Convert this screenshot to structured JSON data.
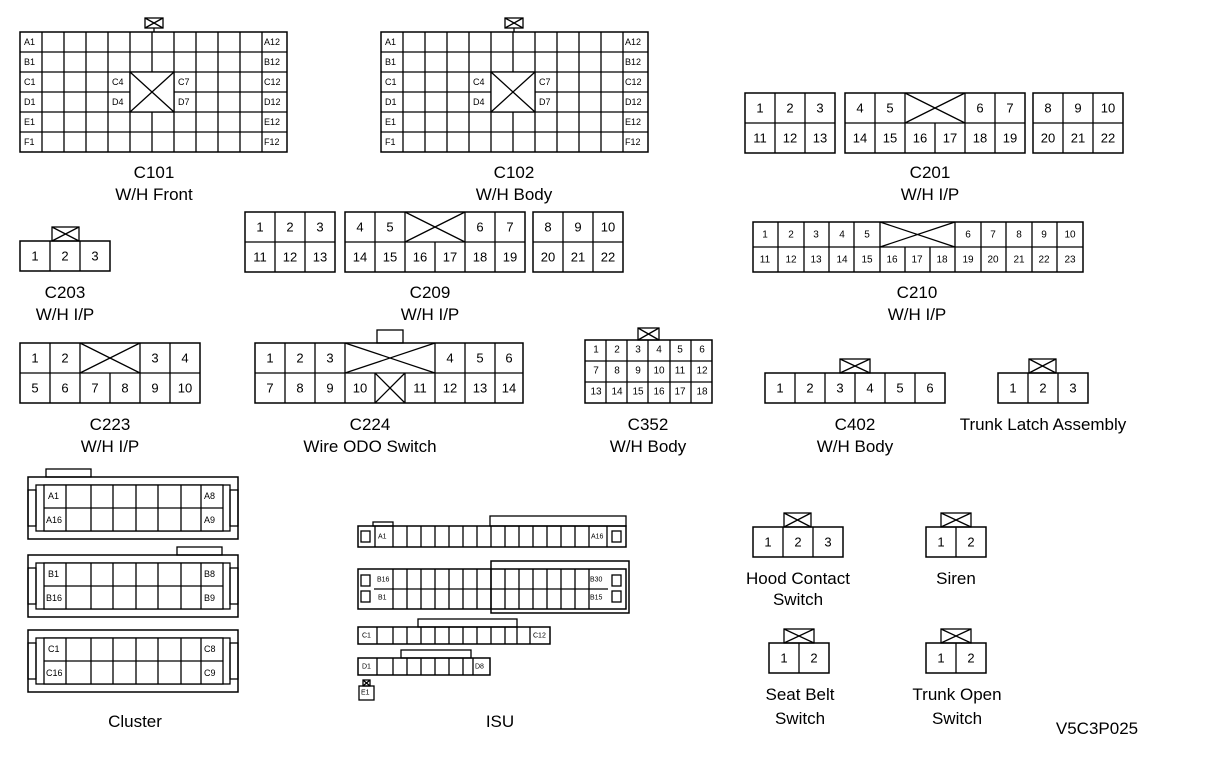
{
  "diagram_id": "V5C3P025",
  "connectors": {
    "c101": {
      "name": "C101",
      "desc": "W/H Front",
      "left_labels": [
        "A1",
        "B1",
        "C1",
        "D1",
        "E1",
        "F1"
      ],
      "right_labels": [
        "A12",
        "B12",
        "C12",
        "D12",
        "E12",
        "F12"
      ],
      "inner_labels": [
        "C4",
        "D4",
        "C7",
        "D7"
      ]
    },
    "c102": {
      "name": "C102",
      "desc": "W/H Body",
      "left_labels": [
        "A1",
        "B1",
        "C1",
        "D1",
        "E1",
        "F1"
      ],
      "right_labels": [
        "A12",
        "B12",
        "C12",
        "D12",
        "E12",
        "F12"
      ],
      "inner_labels": [
        "C4",
        "D4",
        "C7",
        "D7"
      ]
    },
    "c201": {
      "name": "C201",
      "desc": "W/H I/P",
      "group1_top": [
        "1",
        "2",
        "3"
      ],
      "group1_bottom": [
        "11",
        "12",
        "13"
      ],
      "group2_top": [
        "4",
        "5",
        "6",
        "7"
      ],
      "group2_bottom": [
        "14",
        "15",
        "16",
        "17",
        "18",
        "19"
      ],
      "group3_top": [
        "8",
        "9",
        "10"
      ],
      "group3_bottom": [
        "20",
        "21",
        "22"
      ]
    },
    "c203": {
      "name": "C203",
      "desc": "W/H I/P",
      "pins": [
        "1",
        "2",
        "3"
      ]
    },
    "c209": {
      "name": "C209",
      "desc": "W/H I/P",
      "group1_top": [
        "1",
        "2",
        "3"
      ],
      "group1_bottom": [
        "11",
        "12",
        "13"
      ],
      "group2_top": [
        "4",
        "5",
        "6",
        "7"
      ],
      "group2_bottom": [
        "14",
        "15",
        "16",
        "17",
        "18",
        "19"
      ],
      "group3_top": [
        "8",
        "9",
        "10"
      ],
      "group3_bottom": [
        "20",
        "21",
        "22"
      ]
    },
    "c210": {
      "name": "C210",
      "desc": "W/H I/P",
      "top_left": [
        "1",
        "2",
        "3",
        "4",
        "5"
      ],
      "top_right": [
        "6",
        "7",
        "8",
        "9",
        "10"
      ],
      "bottom": [
        "11",
        "12",
        "13",
        "14",
        "15",
        "16",
        "17",
        "18",
        "19",
        "20",
        "21",
        "22",
        "23"
      ]
    },
    "c223": {
      "name": "C223",
      "desc": "W/H I/P",
      "top_left": [
        "1",
        "2"
      ],
      "top_right": [
        "3",
        "4"
      ],
      "bottom": [
        "5",
        "6",
        "7",
        "8",
        "9",
        "10"
      ]
    },
    "c224": {
      "name": "C224",
      "desc": "Wire ODO Switch",
      "top_left": [
        "1",
        "2",
        "3"
      ],
      "top_right": [
        "4",
        "5",
        "6"
      ],
      "bottom_left": [
        "7",
        "8",
        "9",
        "10"
      ],
      "bottom_right": [
        "11",
        "12",
        "13",
        "14"
      ]
    },
    "c352": {
      "name": "C352",
      "desc": "W/H Body",
      "rows": [
        [
          "1",
          "2",
          "3",
          "4",
          "5",
          "6"
        ],
        [
          "7",
          "8",
          "9",
          "10",
          "11",
          "12"
        ],
        [
          "13",
          "14",
          "15",
          "16",
          "17",
          "18"
        ]
      ]
    },
    "c402": {
      "name": "C402",
      "desc": "W/H Body",
      "pins": [
        "1",
        "2",
        "3",
        "4",
        "5",
        "6"
      ]
    },
    "trunk_latch": {
      "name": "Trunk Latch Assembly",
      "pins": [
        "1",
        "2",
        "3"
      ]
    },
    "cluster": {
      "name": "Cluster",
      "labels": [
        "A1",
        "A8",
        "A16",
        "A9",
        "B1",
        "B8",
        "B16",
        "B9",
        "C1",
        "C8",
        "C16",
        "C9"
      ]
    },
    "isu": {
      "name": "ISU",
      "labels": [
        "A1",
        "A16",
        "B16",
        "B30",
        "B1",
        "B15",
        "C1",
        "C12",
        "D1",
        "D8",
        "E1"
      ]
    },
    "hood": {
      "line1": "Hood Contact",
      "line2": "Switch",
      "pins": [
        "1",
        "2",
        "3"
      ]
    },
    "siren": {
      "name": "Siren",
      "pins": [
        "1",
        "2"
      ]
    },
    "seat_belt": {
      "line1": "Seat Belt",
      "line2": "Switch",
      "pins": [
        "1",
        "2"
      ]
    },
    "trunk_open": {
      "line1": "Trunk Open",
      "line2": "Switch",
      "pins": [
        "1",
        "2"
      ]
    }
  }
}
